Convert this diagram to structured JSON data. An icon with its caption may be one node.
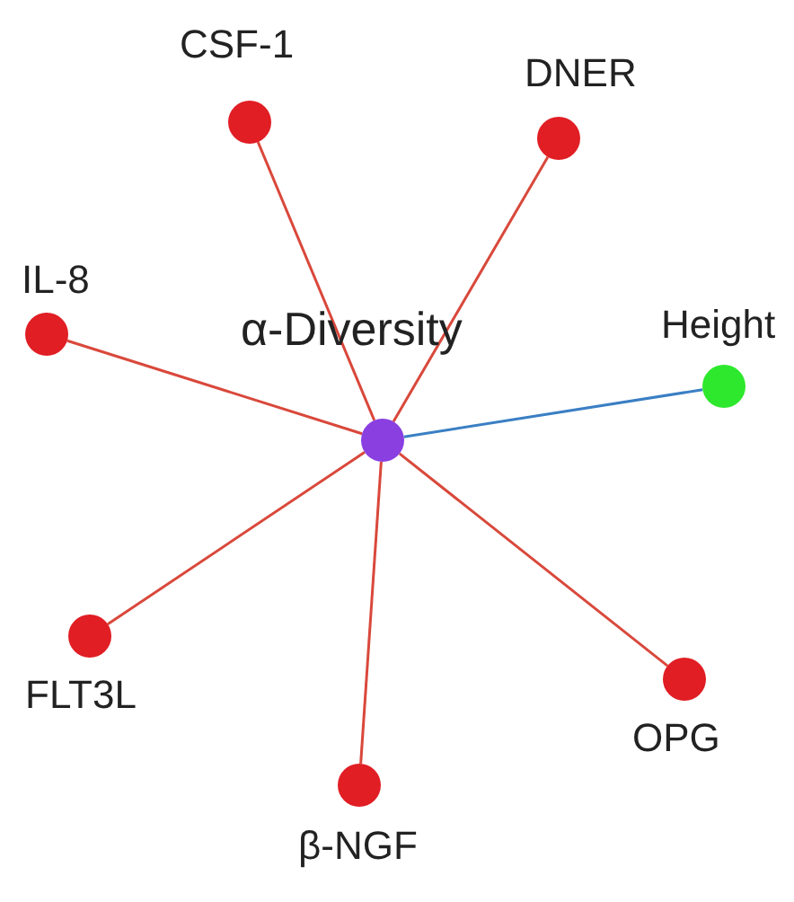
{
  "diagram": {
    "nodes": [
      {
        "text": [],
        "shape": "circle",
        "beside": [
          "CSF-1"
        ]
      },
      {
        "text": [],
        "shape": "circle",
        "beside": [
          "DNER"
        ]
      },
      {
        "text": [],
        "shape": "circle",
        "beside": [
          "IL-8"
        ]
      },
      {
        "text": [],
        "shape": "circle",
        "beside": [
          "Height"
        ]
      },
      {
        "text": [],
        "shape": "circle",
        "beside": [
          "α-Diversity"
        ]
      },
      {
        "text": [],
        "shape": "circle",
        "beside": [
          "FLT3L"
        ]
      },
      {
        "text": [],
        "shape": "circle",
        "beside": [
          "OPG"
        ]
      },
      {
        "text": [],
        "shape": "circle",
        "beside": [
          "β-NGF"
        ]
      }
    ],
    "edges": [
      {
        "from": 4,
        "to": 0,
        "arrow": "none"
      },
      {
        "from": 4,
        "to": 1,
        "arrow": "none"
      },
      {
        "from": 4,
        "to": 2,
        "arrow": "none"
      },
      {
        "from": 4,
        "to": 3,
        "arrow": "none",
        "color": "#3a7fc4"
      },
      {
        "from": 4,
        "to": 5,
        "arrow": "none"
      },
      {
        "from": 4,
        "to": 6,
        "arrow": "none"
      },
      {
        "from": 4,
        "to": 7,
        "arrow": "none"
      }
    ]
  }
}
